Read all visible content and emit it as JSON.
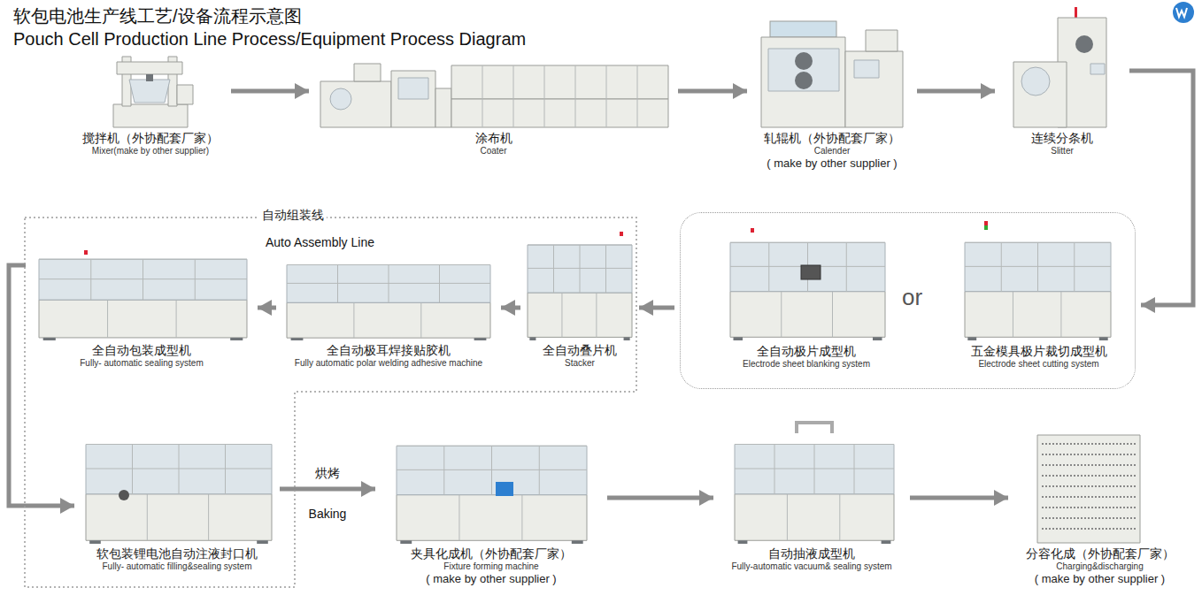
{
  "diagram": {
    "title": "软包电池生产线工艺/设备流程示意图",
    "nodes": [
      {
        "text": [
          "搅拌机（外协配套厂家）",
          "Mixer(make by other supplier)"
        ]
      },
      {
        "text": [
          "涂布机",
          "Coater"
        ]
      },
      {
        "text": [
          "轧辊机（外协配套厂家）",
          "Calender",
          "( make by other supplier )"
        ]
      },
      {
        "text": [
          "连续分条机",
          "Slitter"
        ]
      },
      {
        "text": [
          "or"
        ]
      },
      {
        "text": [
          "五金模具极片裁切成型机",
          "Electrode sheet cutting system"
        ],
        "in": 4
      },
      {
        "text": [
          "全自动极片成型机",
          "Electrode sheet blanking system"
        ],
        "in": 4
      },
      {
        "text": [
          "自动组装线",
          "Auto Assembly Line"
        ]
      },
      {
        "text": [
          "全自动叠片机",
          "Stacker"
        ],
        "in": 7
      },
      {
        "text": [
          "全自动极耳焊接贴胶机",
          "Fully automatic polar welding adhesive machine"
        ],
        "in": 7
      },
      {
        "text": [
          "全自动包装成型机",
          "Fully- automatic sealing system"
        ],
        "in": 7
      },
      {
        "text": [
          "软包装锂电池自动注液封口机",
          "Fully- automatic filling&sealing system"
        ],
        "in": 7
      },
      {
        "text": [
          "夹具化成机（外协配套厂家）",
          "Fixture forming machine",
          "( make by other supplier )"
        ]
      },
      {
        "text": [
          "自动抽液成型机",
          "Fully-automatic vacuum& sealing system"
        ]
      },
      {
        "text": [
          "分容化成（外协配套厂家）",
          "Charging&discharging",
          "( make by other supplier )"
        ]
      }
    ],
    "edges": [
      {
        "from": 0,
        "to": 1,
        "arrow": "to"
      },
      {
        "from": 1,
        "to": 2,
        "arrow": "to"
      },
      {
        "from": 2,
        "to": 3,
        "arrow": "to"
      },
      {
        "from": 3,
        "to": 4,
        "arrow": "to"
      },
      {
        "from": 4,
        "to": 8,
        "arrow": "to"
      },
      {
        "from": 8,
        "to": 9,
        "arrow": "to"
      },
      {
        "from": 9,
        "to": 10,
        "arrow": "to"
      },
      {
        "from": 10,
        "to": 11,
        "arrow": "to"
      },
      {
        "from": 11,
        "to": 12,
        "label": "烘烤",
        "arrow": "to"
      },
      {
        "from": 12,
        "to": 13,
        "arrow": "to"
      },
      {
        "from": 13,
        "to": 14,
        "arrow": "to"
      }
    ],
    "labels": [
      "Pouch Cell Production Line Process/Equipment Process Diagram",
      "Baking"
    ]
  }
}
